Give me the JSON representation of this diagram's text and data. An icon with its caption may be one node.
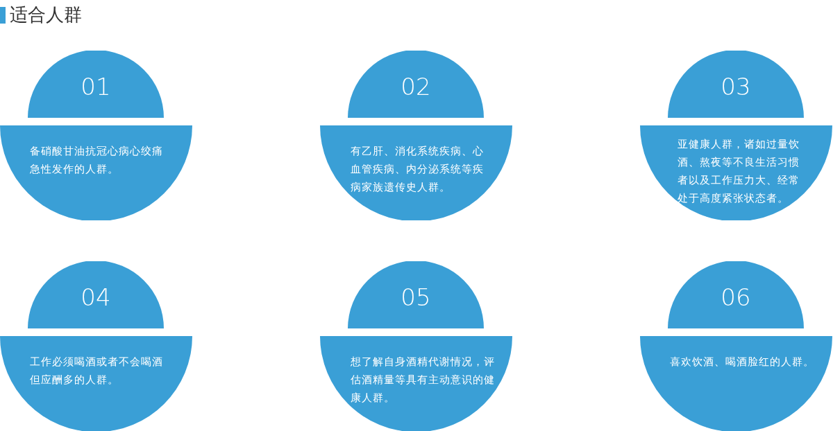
{
  "diagram": {
    "title": "适合人群",
    "nodes": [
      {
        "text": [
          "01",
          "备硝酸甘油抗冠心病心绞痛急性发作的人群。"
        ]
      },
      {
        "text": [
          "02",
          "有乙肝、消化系统疾病、心血管疾病、内分泌系统等疾病家族遗传史人群。"
        ]
      },
      {
        "text": [
          "03",
          "亚健康人群，诸如过量饮酒、熬夜等不良生活习惯者以及工作压力大、经常处于高度紧张状态者。"
        ]
      },
      {
        "text": [
          "04",
          "工作必须喝酒或者不会喝酒但应酬多的人群。"
        ]
      },
      {
        "text": [
          "05",
          "想了解自身酒精代谢情况，评估酒精量等具有主动意识的健康人群。"
        ]
      },
      {
        "text": [
          "06",
          "喜欢饮酒、喝酒脸红的人群。"
        ]
      }
    ]
  }
}
